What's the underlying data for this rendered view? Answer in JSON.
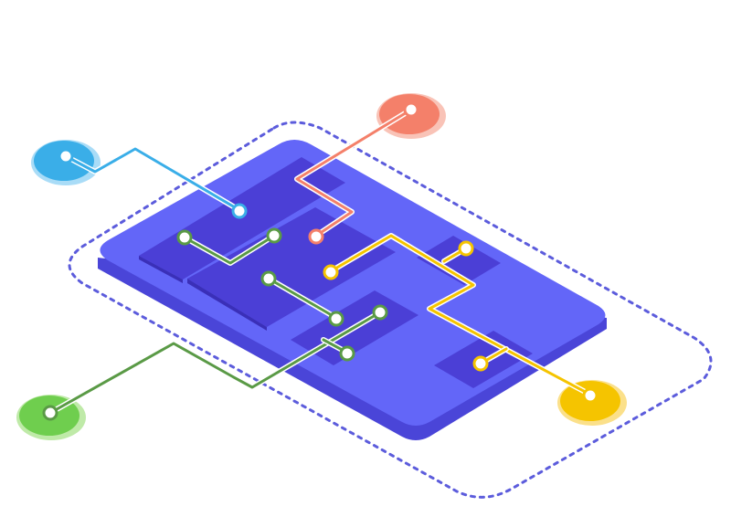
{
  "illustration": "isometric-circuit-board",
  "colors": {
    "background": "#ffffff",
    "board_top": "#6366f8",
    "board_side": "#4a45d8",
    "chip": "#4b3fd6",
    "chip_side": "#3a2fb8",
    "dashed_outline": "#5c5cdc",
    "blue": "#3aaee8",
    "salmon": "#f4806a",
    "yellow": "#f5c400",
    "green": "#6fce4e",
    "green_trace": "#5a9a46",
    "white": "#ffffff"
  },
  "nodes": [
    {
      "id": "blue-node",
      "color": "blue"
    },
    {
      "id": "salmon-node",
      "color": "salmon"
    },
    {
      "id": "yellow-node",
      "color": "yellow"
    },
    {
      "id": "green-node",
      "color": "green"
    }
  ]
}
